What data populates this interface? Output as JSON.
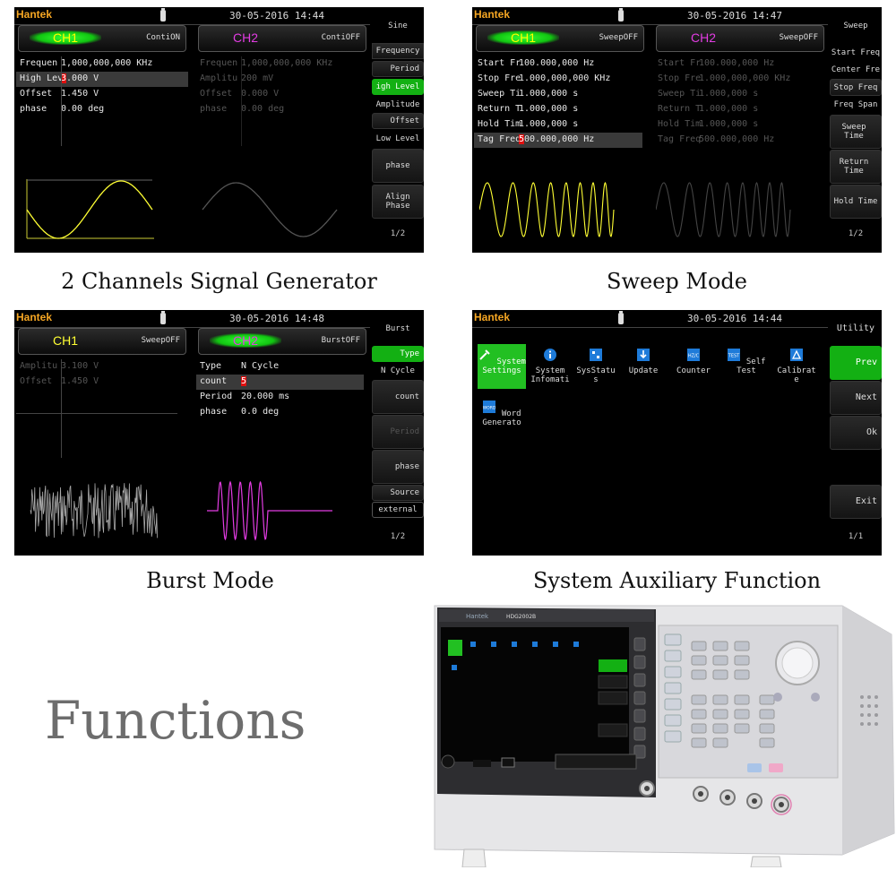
{
  "brand": "Hantek",
  "captions": {
    "p1": "2 Channels Signal Generator",
    "p2": "Sweep Mode",
    "p3": "Burst Mode",
    "p4": "System Auxiliary Function",
    "headline": "Functions"
  },
  "p1": {
    "datetime": "30-05-2016 14:44",
    "ch1": {
      "name": "CH1",
      "mode": "ContiON"
    },
    "ch2": {
      "name": "CH2",
      "mode": "ContiOFF"
    },
    "rows": [
      {
        "label": "Frequen",
        "value": "1,000,000,000 KHz",
        "value2": "1,000,000,000 KHz"
      },
      {
        "label": "High Lev",
        "value_cursor": "3",
        "value_rest": ".000 V",
        "label2": "Amplitu",
        "value2": "200 mV"
      },
      {
        "label": "Offset",
        "value": "1.450 V",
        "value2": "0.000 V"
      },
      {
        "label": "phase",
        "value": "0.00 deg",
        "value2": "0.00 deg"
      }
    ],
    "menu": {
      "title": "Sine",
      "items": [
        "Frequency",
        "Period",
        "igh Level",
        "Amplitude",
        "Offset",
        "Low Level",
        "phase",
        "Align Phase"
      ],
      "page": "1/2"
    }
  },
  "p2": {
    "datetime": "30-05-2016 14:47",
    "ch1": {
      "name": "CH1",
      "mode": "SweepOFF"
    },
    "ch2": {
      "name": "CH2",
      "mode": "SweepOFF"
    },
    "rows": [
      {
        "label": "Start Fr",
        "value": "100.000,000 Hz",
        "value2": "100.000,000 Hz"
      },
      {
        "label": "Stop Fre",
        "value": "1.000,000,000 KHz",
        "value2": "1.000,000,000 KHz"
      },
      {
        "label": "Sweep Ti",
        "value": "1.000,000 s",
        "value2": "1.000,000 s"
      },
      {
        "label": "Return T",
        "value": "1.000,000 s",
        "value2": "1.000,000 s"
      },
      {
        "label": "Hold Tim",
        "value": "1.000,000 s",
        "value2": "1.000,000 s"
      },
      {
        "label": "Tag Freq",
        "value_cursor": "5",
        "value_rest": "00.000,000 Hz",
        "value2": "500.000,000 Hz"
      }
    ],
    "menu": {
      "title": "Sweep",
      "items": [
        "Start Freq",
        "Center Fre",
        "Stop Freq",
        "Freq Span",
        "Sweep Time",
        "Return Time",
        "Hold Time"
      ],
      "page": "1/2"
    }
  },
  "p3": {
    "datetime": "30-05-2016 14:48",
    "ch1": {
      "name": "CH1",
      "mode": "SweepOFF"
    },
    "ch2": {
      "name": "CH2",
      "mode": "BurstOFF"
    },
    "left_rows": [
      {
        "label": "Amplitu",
        "value": "3.100 V"
      },
      {
        "label": "Offset",
        "value": "1.450 V"
      }
    ],
    "right_rows": [
      {
        "label": "Type",
        "value": "N Cycle"
      },
      {
        "label": "count",
        "value_cursor": "5",
        "value_rest": ""
      },
      {
        "label": "Period",
        "value": "20.000 ms"
      },
      {
        "label": "phase",
        "value": "0.0 deg"
      }
    ],
    "menu": {
      "title": "Burst",
      "items": [
        "Type",
        "N Cycle",
        "count",
        "Period",
        "phase",
        "Source",
        "external"
      ],
      "page": "1/2"
    }
  },
  "p4": {
    "datetime": "30-05-2016 14:44",
    "apps": [
      {
        "label": "System Settings",
        "icon": "wrench-icon"
      },
      {
        "label": "System Infomati",
        "icon": "info-icon"
      },
      {
        "label": "SysStatu s",
        "icon": "status-icon"
      },
      {
        "label": "Update",
        "icon": "update-icon"
      },
      {
        "label": "Counter",
        "icon": "counter-icon"
      },
      {
        "label": "Self Test",
        "icon": "test-icon"
      },
      {
        "label": "Calibrat e",
        "icon": "calibrate-icon"
      },
      {
        "label": "Word Generato",
        "icon": "word-icon"
      }
    ],
    "icon_badges": {
      "counter": "HZ/C",
      "test": "TEST",
      "word": "WORD"
    },
    "menu": {
      "title": "Utility",
      "items": [
        "Prev",
        "Next",
        "Ok",
        "Exit"
      ],
      "page": "1/1"
    }
  },
  "device": {
    "model": "HDG2002B",
    "brand": "Hantek"
  },
  "colors": {
    "ch1": "#ffff33",
    "ch2": "#e33ce3",
    "active": "#13b013",
    "cursor": "#e01010",
    "brand": "#f5a623"
  }
}
